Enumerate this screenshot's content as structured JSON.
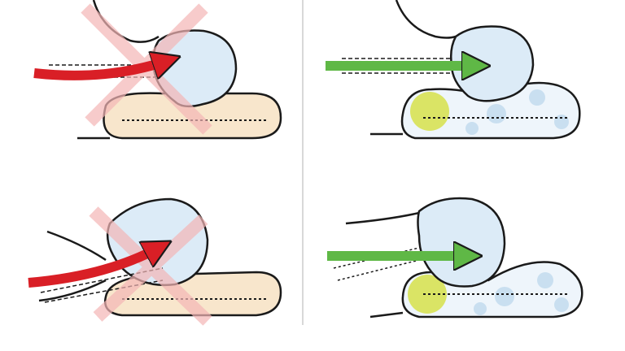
{
  "illustration": {
    "panels": [
      {
        "id": "top-left",
        "verdict": "incorrect",
        "pillow": "standard"
      },
      {
        "id": "top-right",
        "verdict": "correct",
        "pillow": "contour"
      },
      {
        "id": "bottom-left",
        "verdict": "incorrect",
        "pillow": "standard"
      },
      {
        "id": "bottom-right",
        "verdict": "correct",
        "pillow": "contour"
      }
    ],
    "colors": {
      "outline": "#1a1a1a",
      "head": "#dcebf7",
      "pillow_standard": "#f8e6cc",
      "pillow_contour": "#eef5fb",
      "contour_bubble": "#c9dff0",
      "neck_support": "#d6e04a",
      "bad_arrow": "#d91f26",
      "good_arrow": "#5fb846",
      "cross": "#f4b6b6",
      "divider": "#cccccc"
    }
  }
}
